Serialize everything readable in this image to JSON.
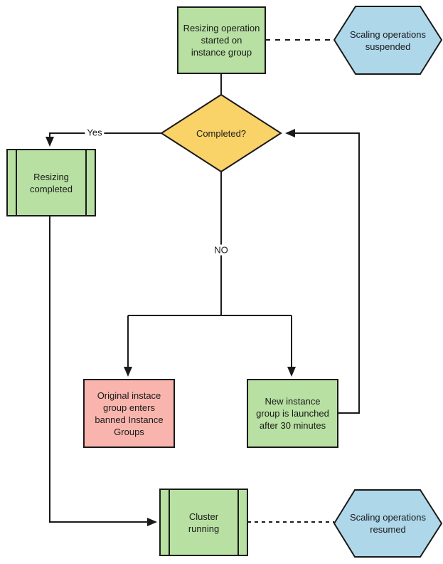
{
  "diagram": {
    "colors": {
      "process_green": "#b7e0a2",
      "decision_yellow": "#f9d268",
      "alert_pink": "#f9b5ad",
      "event_blue": "#aed7ea",
      "line": "#1a1a1a"
    },
    "nodes": {
      "start": {
        "label": "Resizing operation\nstarted on\ninstance group",
        "shape": "process"
      },
      "suspended": {
        "label": "Scaling operations\nsuspended",
        "shape": "hexagon"
      },
      "decision": {
        "label": "Completed?",
        "shape": "decision"
      },
      "resizing_completed": {
        "label": "Resizing\ncompleted",
        "shape": "predefined-process"
      },
      "banned_group": {
        "label": "Original instace\ngroup enters\nbanned Instance\nGroups",
        "shape": "process"
      },
      "new_group": {
        "label": "New instance\ngroup is launched\nafter 30 minutes",
        "shape": "process"
      },
      "cluster_running": {
        "label": "Cluster\nrunning",
        "shape": "predefined-process"
      },
      "resumed": {
        "label": "Scaling operations\nresumed",
        "shape": "hexagon"
      }
    },
    "edges": {
      "yes_label": "Yes",
      "no_label": "NO"
    }
  }
}
